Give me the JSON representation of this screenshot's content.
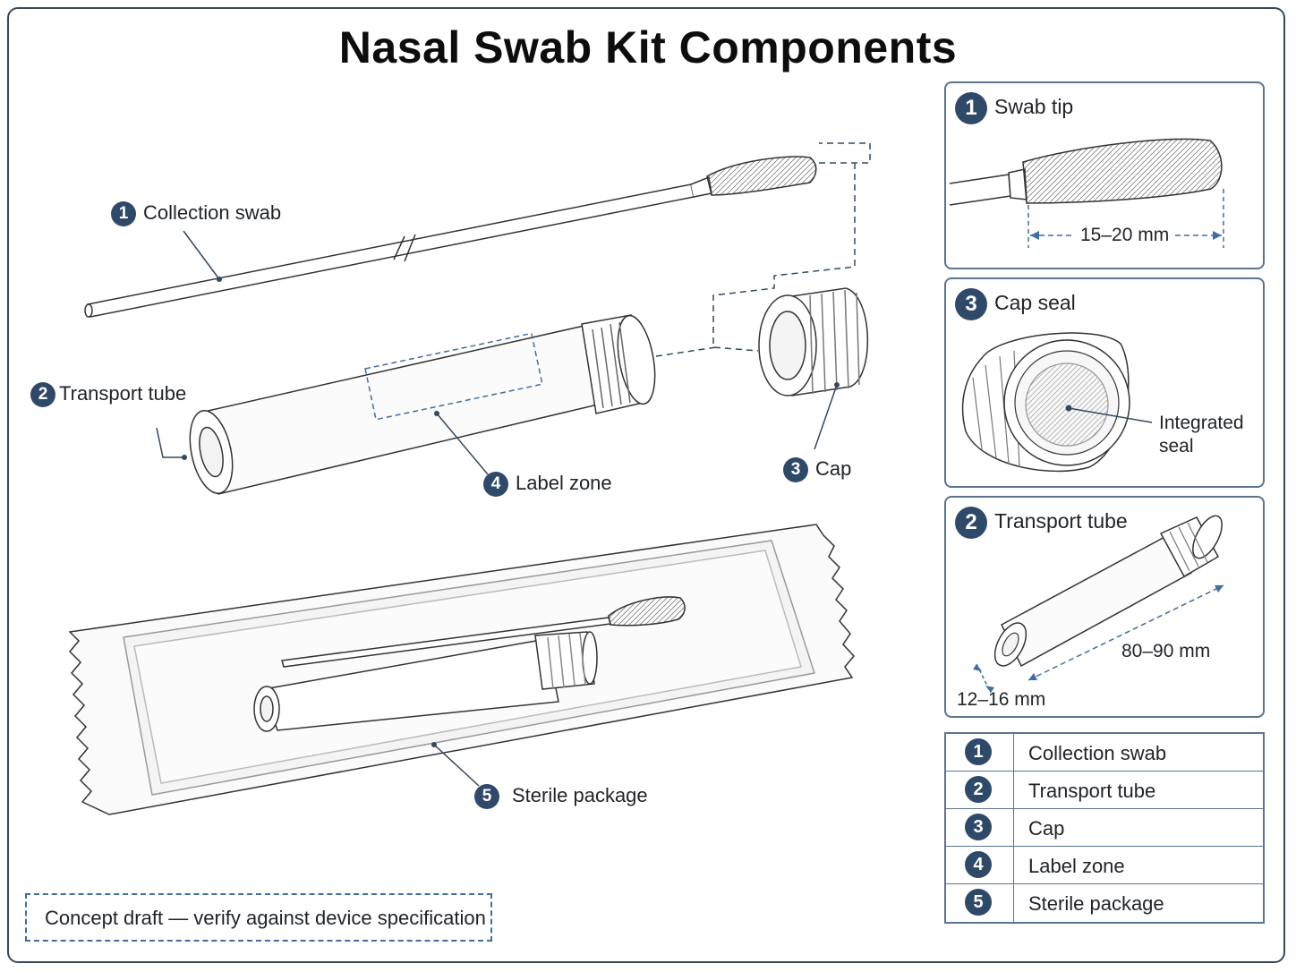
{
  "title": "Nasal Swab Kit Components",
  "callouts": {
    "collection_swab": {
      "num": "1",
      "label": "Collection swab"
    },
    "transport_tube": {
      "num": "2",
      "label": "Transport tube"
    },
    "label_zone": {
      "num": "4",
      "label": "Label zone"
    },
    "cap": {
      "num": "3",
      "label": "Cap"
    },
    "sterile_package": {
      "num": "5",
      "label": "Sterile package"
    }
  },
  "detail_panels": {
    "swab_tip": {
      "num": "1",
      "title": "Swab tip",
      "dimension": "15–20 mm"
    },
    "cap_seal": {
      "num": "3",
      "title": "Cap seal",
      "annotation_line1": "Integrated",
      "annotation_line2": "seal"
    },
    "transport_tube": {
      "num": "2",
      "title": "Transport tube",
      "length": "80–90 mm",
      "diameter": "12–16 mm"
    }
  },
  "legend": [
    {
      "num": "1",
      "label": "Collection swab"
    },
    {
      "num": "2",
      "label": "Transport tube"
    },
    {
      "num": "3",
      "label": "Cap"
    },
    {
      "num": "4",
      "label": "Label zone"
    },
    {
      "num": "5",
      "label": "Sterile package"
    }
  ],
  "note": "Concept draft — verify against device specification",
  "colors": {
    "accent": "#2f4a68",
    "dashed": "#3f6ea0",
    "line": "#34495e"
  }
}
